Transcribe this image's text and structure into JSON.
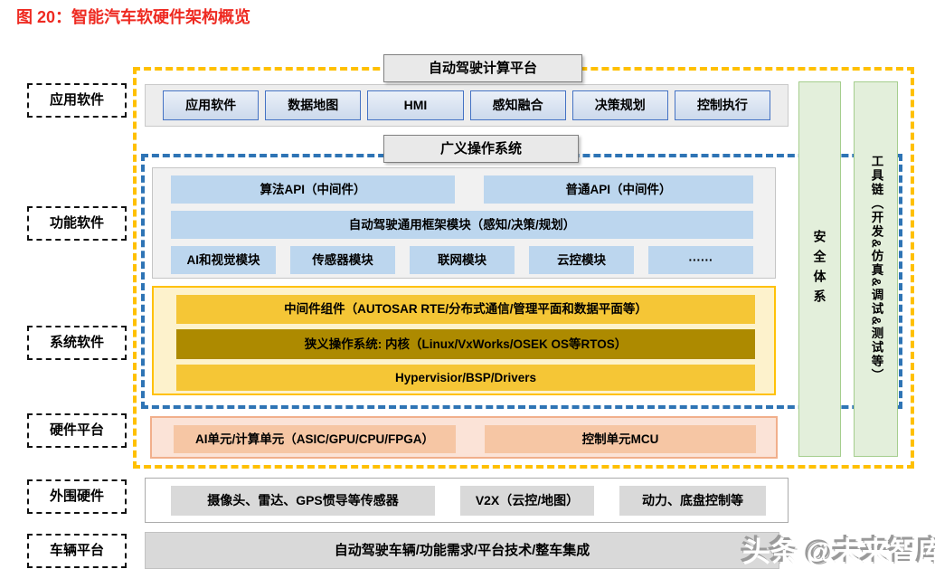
{
  "title": "图 20：智能汽车软硬件架构概览",
  "left_labels": [
    "应用软件",
    "功能软件",
    "系统软件",
    "硬件平台",
    "外围硬件",
    "车辆平台"
  ],
  "platform_header": "自动驾驶计算平台",
  "app_row": [
    "应用软件",
    "数据地图",
    "HMI",
    "感知融合",
    "决策规划",
    "控制执行"
  ],
  "os_header": "广义操作系统",
  "functional": {
    "api_row": [
      "算法API（中间件）",
      "普通API（中间件）"
    ],
    "framework": "自动驾驶通用框架模块（感知/决策/规划）",
    "modules": [
      "AI和视觉模块",
      "传感器模块",
      "联网模块",
      "云控模块",
      "······"
    ]
  },
  "system_software": {
    "middleware": "中间件组件（AUTOSAR RTE/分布式通信/管理平面和数据平面等）",
    "kernel": "狭义操作系统: 内核（Linux/VxWorks/OSEK OS等RTOS）",
    "hypervisor": "Hypervisior/BSP/Drivers"
  },
  "hardware_row": [
    "AI单元/计算单元（ASIC/GPU/CPU/FPGA）",
    "控制单元MCU"
  ],
  "side_columns": [
    "安全体系",
    "工具链（开发&仿真&调试&测试等）"
  ],
  "peripheral_row": [
    "摄像头、雷达、GPS惯导等传感器",
    "V2X（云控/地图）",
    "动力、底盘控制等"
  ],
  "vehicle_platform": "自动驾驶车辆/功能需求/平台技术/整车集成",
  "watermark": "头条 @未来智库",
  "colors": {
    "title_red": "#ee2a21",
    "yellow_dash": "#ffc000",
    "blue_dash": "#2e74b5",
    "light_blue": "#bcd6ee",
    "gold": "#f5c636",
    "dark_gold": "#ad8a00",
    "light_orange": "#f6c6a4",
    "green": "#e3efdb",
    "grey": "#d9d9d9"
  }
}
